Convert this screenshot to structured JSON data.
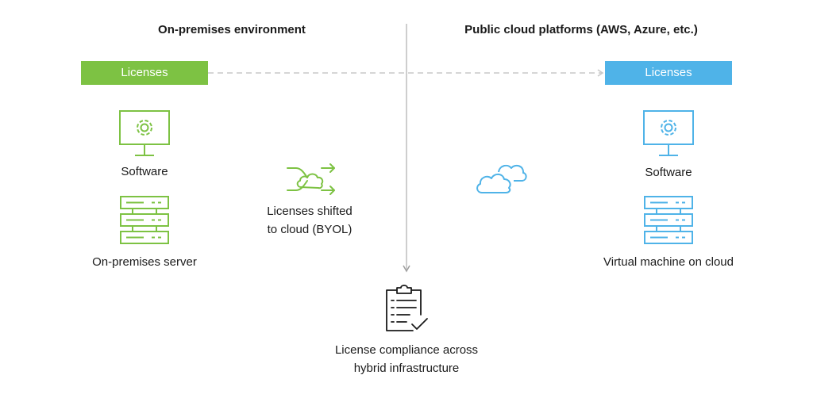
{
  "headings": {
    "left": "On-premises environment",
    "right": "Public cloud platforms (AWS, Azure, etc.)"
  },
  "licenses": {
    "left_label": "Licenses",
    "right_label": "Licenses"
  },
  "left_column": {
    "software_label": "Software",
    "server_label": "On-premises server"
  },
  "middle": {
    "shift_line1": "Licenses shifted",
    "shift_line2": "to cloud (BYOL)"
  },
  "right_column": {
    "software_label": "Software",
    "vm_label": "Virtual machine on cloud"
  },
  "compliance": {
    "line1": "License compliance across",
    "line2": "hybrid infrastructure"
  },
  "colors": {
    "green": "#7dc243",
    "blue": "#4fb3e8",
    "divider": "#bdbdbd"
  },
  "icons": [
    "monitor-gear-icon",
    "server-rack-icon",
    "cloud-shuffle-icon",
    "clouds-icon",
    "clipboard-check-icon"
  ]
}
